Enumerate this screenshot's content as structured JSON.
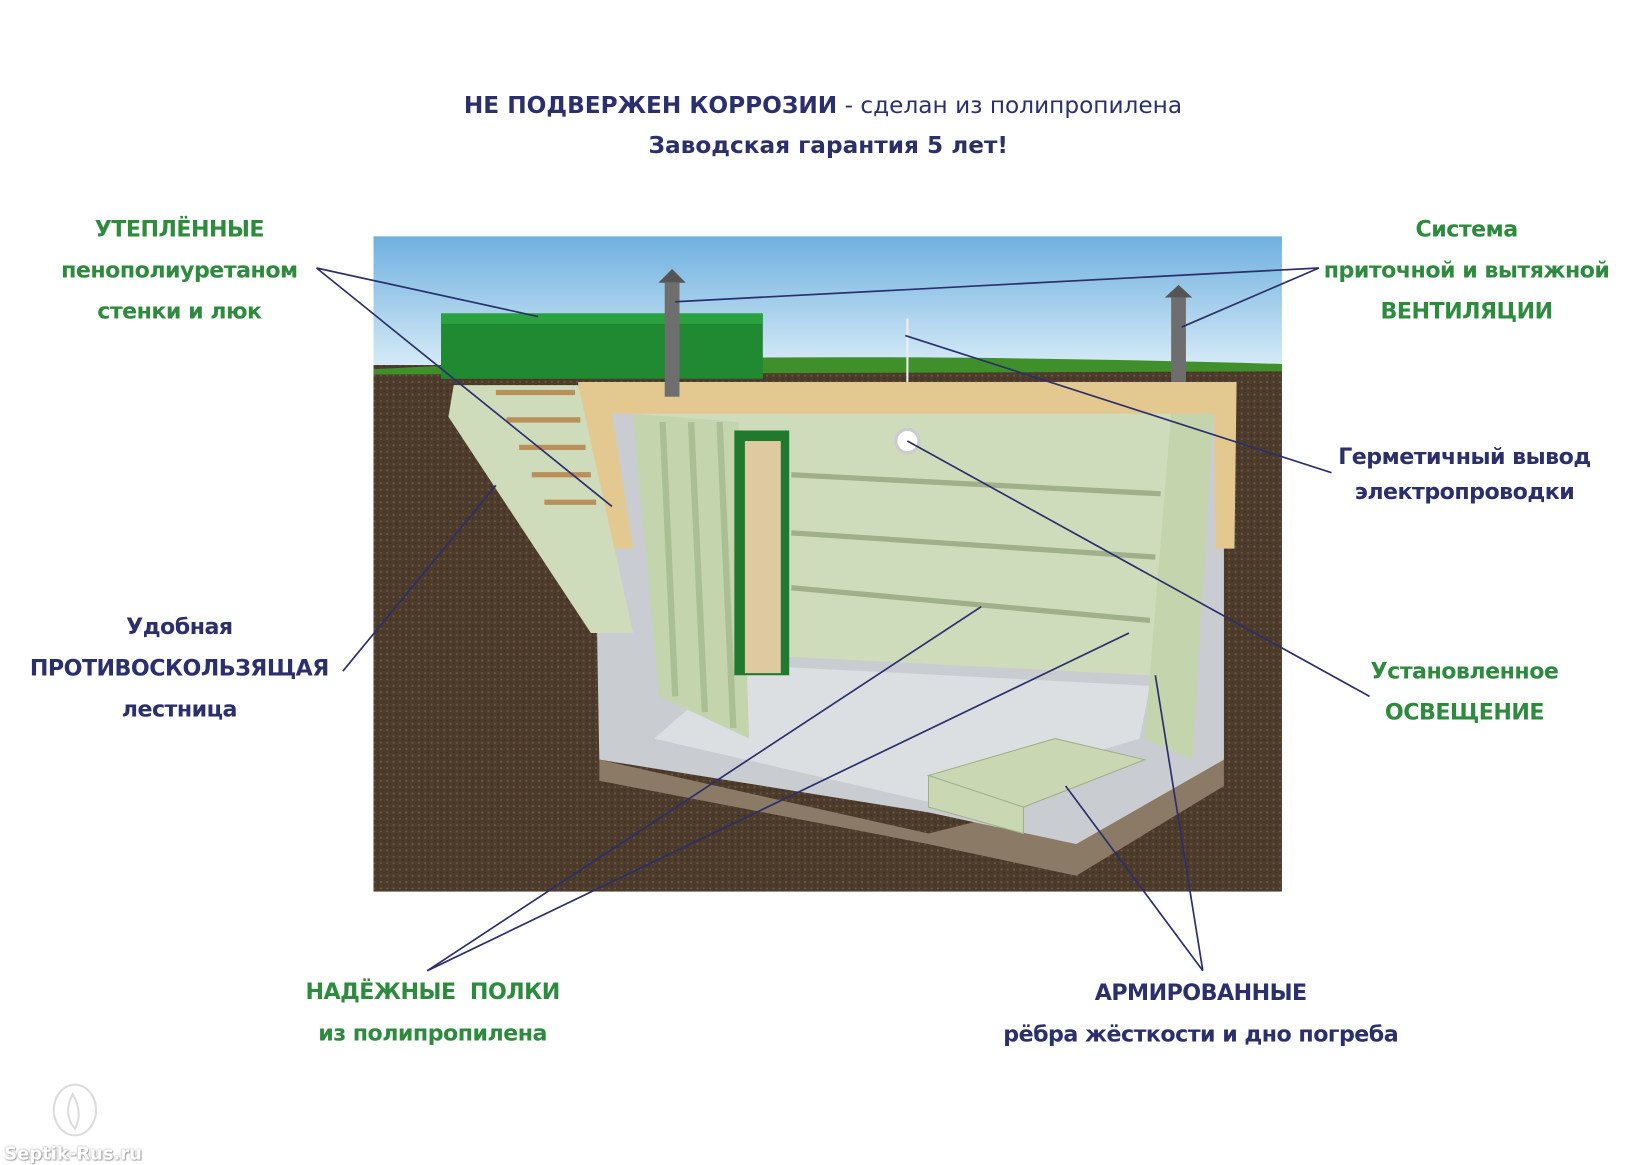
{
  "header": {
    "line1_bold": "НЕ ПОДВЕРЖЕН КОРРОЗИИ",
    "line1_rest": " - сделан из полипропилена",
    "line2": "Заводская гарантия 5 лет!"
  },
  "callouts": {
    "insulated": [
      "УТЕПЛЁННЫЕ",
      "пенополиуретаном",
      "стенки и люк"
    ],
    "ventilation": [
      "Система",
      "приточной и вытяжной",
      "ВЕНТИЛЯЦИИ"
    ],
    "wiring": [
      "Герметичный вывод",
      "электропроводки"
    ],
    "lighting": [
      "Установленное",
      "ОСВЕЩЕНИЕ"
    ],
    "ladder": [
      "Удобная",
      "ПРОТИВОСКОЛЬЗЯЩАЯ",
      "лестница"
    ],
    "shelves": [
      "НАДЁЖНЫЕ  ПОЛКИ",
      "из полипропилена"
    ],
    "ribs": [
      "АРМИРОВАННЫЕ",
      "рёбра жёсткости и дно погреба"
    ]
  },
  "watermark": "Septik-Rus.ru",
  "colors": {
    "navy": "#2b2f6b",
    "green": "#2e8b3e",
    "soil": "#4a3a2c",
    "panel": "#d3e0bf"
  }
}
